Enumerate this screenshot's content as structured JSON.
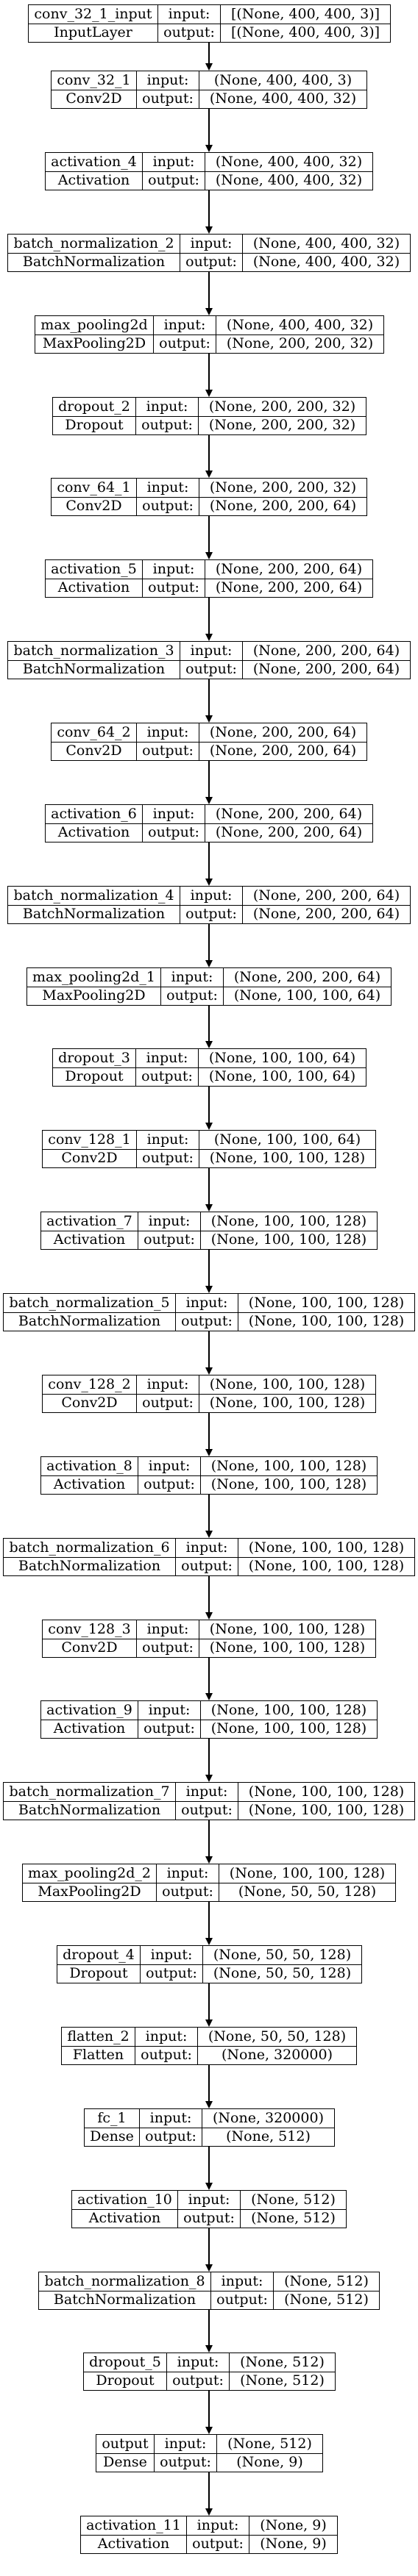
{
  "labels": {
    "input": "input:",
    "output": "output:"
  },
  "layers": [
    {
      "name": "conv_32_1_input",
      "type": "InputLayer",
      "input": "[(None, 400, 400, 3)]",
      "output": "[(None, 400, 400, 3)]"
    },
    {
      "name": "conv_32_1",
      "type": "Conv2D",
      "input": "(None, 400, 400, 3)",
      "output": "(None, 400, 400, 32)"
    },
    {
      "name": "activation_4",
      "type": "Activation",
      "input": "(None, 400, 400, 32)",
      "output": "(None, 400, 400, 32)"
    },
    {
      "name": "batch_normalization_2",
      "type": "BatchNormalization",
      "input": "(None, 400, 400, 32)",
      "output": "(None, 400, 400, 32)"
    },
    {
      "name": "max_pooling2d",
      "type": "MaxPooling2D",
      "input": "(None, 400, 400, 32)",
      "output": "(None, 200, 200, 32)"
    },
    {
      "name": "dropout_2",
      "type": "Dropout",
      "input": "(None, 200, 200, 32)",
      "output": "(None, 200, 200, 32)"
    },
    {
      "name": "conv_64_1",
      "type": "Conv2D",
      "input": "(None, 200, 200, 32)",
      "output": "(None, 200, 200, 64)"
    },
    {
      "name": "activation_5",
      "type": "Activation",
      "input": "(None, 200, 200, 64)",
      "output": "(None, 200, 200, 64)"
    },
    {
      "name": "batch_normalization_3",
      "type": "BatchNormalization",
      "input": "(None, 200, 200, 64)",
      "output": "(None, 200, 200, 64)"
    },
    {
      "name": "conv_64_2",
      "type": "Conv2D",
      "input": "(None, 200, 200, 64)",
      "output": "(None, 200, 200, 64)"
    },
    {
      "name": "activation_6",
      "type": "Activation",
      "input": "(None, 200, 200, 64)",
      "output": "(None, 200, 200, 64)"
    },
    {
      "name": "batch_normalization_4",
      "type": "BatchNormalization",
      "input": "(None, 200, 200, 64)",
      "output": "(None, 200, 200, 64)"
    },
    {
      "name": "max_pooling2d_1",
      "type": "MaxPooling2D",
      "input": "(None, 200, 200, 64)",
      "output": "(None, 100, 100, 64)"
    },
    {
      "name": "dropout_3",
      "type": "Dropout",
      "input": "(None, 100, 100, 64)",
      "output": "(None, 100, 100, 64)"
    },
    {
      "name": "conv_128_1",
      "type": "Conv2D",
      "input": "(None, 100, 100, 64)",
      "output": "(None, 100, 100, 128)"
    },
    {
      "name": "activation_7",
      "type": "Activation",
      "input": "(None, 100, 100, 128)",
      "output": "(None, 100, 100, 128)"
    },
    {
      "name": "batch_normalization_5",
      "type": "BatchNormalization",
      "input": "(None, 100, 100, 128)",
      "output": "(None, 100, 100, 128)"
    },
    {
      "name": "conv_128_2",
      "type": "Conv2D",
      "input": "(None, 100, 100, 128)",
      "output": "(None, 100, 100, 128)"
    },
    {
      "name": "activation_8",
      "type": "Activation",
      "input": "(None, 100, 100, 128)",
      "output": "(None, 100, 100, 128)"
    },
    {
      "name": "batch_normalization_6",
      "type": "BatchNormalization",
      "input": "(None, 100, 100, 128)",
      "output": "(None, 100, 100, 128)"
    },
    {
      "name": "conv_128_3",
      "type": "Conv2D",
      "input": "(None, 100, 100, 128)",
      "output": "(None, 100, 100, 128)"
    },
    {
      "name": "activation_9",
      "type": "Activation",
      "input": "(None, 100, 100, 128)",
      "output": "(None, 100, 100, 128)"
    },
    {
      "name": "batch_normalization_7",
      "type": "BatchNormalization",
      "input": "(None, 100, 100, 128)",
      "output": "(None, 100, 100, 128)"
    },
    {
      "name": "max_pooling2d_2",
      "type": "MaxPooling2D",
      "input": "(None, 100, 100, 128)",
      "output": "(None, 50, 50, 128)"
    },
    {
      "name": "dropout_4",
      "type": "Dropout",
      "input": "(None, 50, 50, 128)",
      "output": "(None, 50, 50, 128)"
    },
    {
      "name": "flatten_2",
      "type": "Flatten",
      "input": "(None, 50, 50, 128)",
      "output": "(None, 320000)"
    },
    {
      "name": "fc_1",
      "type": "Dense",
      "input": "(None, 320000)",
      "output": "(None, 512)"
    },
    {
      "name": "activation_10",
      "type": "Activation",
      "input": "(None, 512)",
      "output": "(None, 512)"
    },
    {
      "name": "batch_normalization_8",
      "type": "BatchNormalization",
      "input": "(None, 512)",
      "output": "(None, 512)"
    },
    {
      "name": "dropout_5",
      "type": "Dropout",
      "input": "(None, 512)",
      "output": "(None, 512)"
    },
    {
      "name": "output",
      "type": "Dense",
      "input": "(None, 512)",
      "output": "(None, 9)"
    },
    {
      "name": "activation_11",
      "type": "Activation",
      "input": "(None, 9)",
      "output": "(None, 9)"
    }
  ]
}
